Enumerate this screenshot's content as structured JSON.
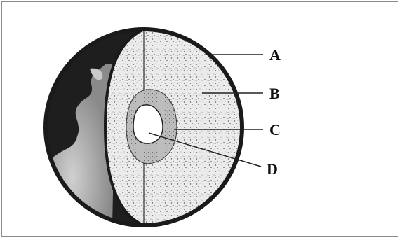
{
  "labels": [
    "A",
    "B",
    "C",
    "D"
  ],
  "colors": {
    "outline": "#1a1a1a",
    "ink": "#222222",
    "mantle_fill": "#e9e9e9",
    "outer_core_fill": "#bdbdbd",
    "inner_core_fill": "#ffffff",
    "ocean_dark": "#1e1e1e",
    "land_light": "#b5b5b5",
    "frame_border": "#8a8a8a"
  },
  "icons": [
    "earth-globe-cutaway"
  ]
}
